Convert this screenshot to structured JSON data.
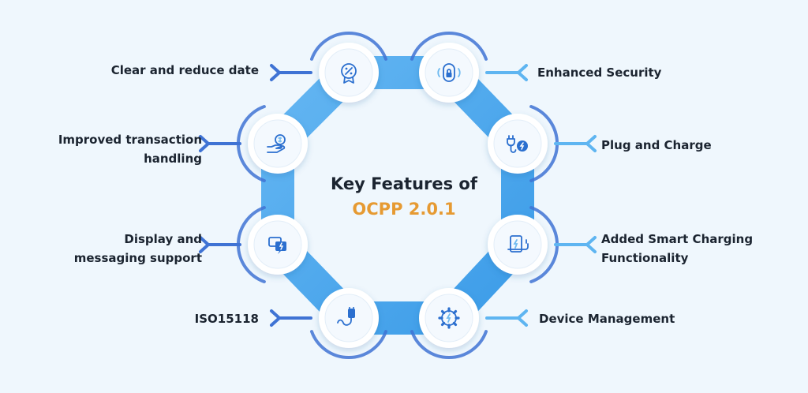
{
  "title": {
    "line1": "Key Features of",
    "line2": "OCPP 2.0.1"
  },
  "colors": {
    "background": "#eff7fd",
    "ring": "#4aa6ec",
    "ring_light": "#7cc2f4",
    "arrow_dark": "#3f73d4",
    "arrow_light": "#5eb5f1",
    "title_accent": "#e69a32",
    "text": "#1b2430"
  },
  "features": [
    {
      "id": "clear-reduce-date",
      "label": "Clear and reduce date",
      "icon": "percent-badge-icon"
    },
    {
      "id": "enhanced-security",
      "label": "Enhanced Security",
      "icon": "security-lock-icon"
    },
    {
      "id": "plug-and-charge",
      "label": "Plug and Charge",
      "icon": "plug-charge-icon"
    },
    {
      "id": "smart-charging",
      "label": "Added Smart Charging\nFunctionality",
      "icon": "smart-charging-icon"
    },
    {
      "id": "device-management",
      "label": "Device Management",
      "icon": "gear-lightning-icon"
    },
    {
      "id": "iso15118",
      "label": "ISO15118",
      "icon": "charging-cable-icon"
    },
    {
      "id": "display-messaging",
      "label": "Display and\nmessaging support",
      "icon": "message-icon"
    },
    {
      "id": "transaction-handling",
      "label": "Improved transaction\nhandling",
      "icon": "hand-money-icon"
    }
  ]
}
